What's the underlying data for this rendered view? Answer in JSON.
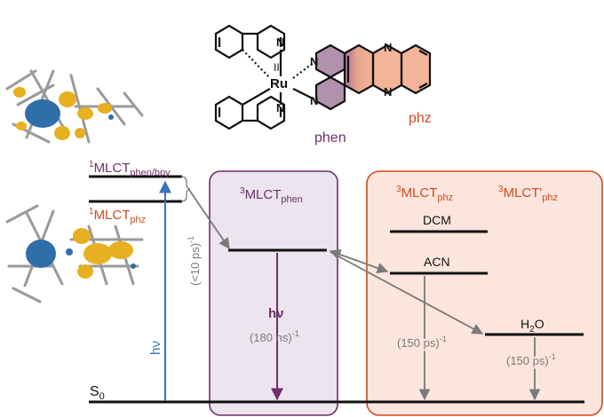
{
  "molecule": {
    "ru_label": "Ru",
    "ox_state": "II",
    "n_atom": "N",
    "phen_label": "phen",
    "phz_label": "phz"
  },
  "states": {
    "mlct1_phenbpy": {
      "main": "MLCT",
      "sup": "1",
      "sub": "phen/bpy"
    },
    "mlct1_phz": {
      "main": "MLCT",
      "sup": "1",
      "sub": "phz"
    },
    "mlct3_phen": {
      "main": "MLCT",
      "sup": "3",
      "sub": "phen"
    },
    "mlct3_phz": {
      "main": "MLCT",
      "sup": "3",
      "sub": "phz"
    },
    "mlct3p_phz": {
      "main": "MLCT'",
      "sup": "3",
      "sub": "phz"
    },
    "ground": {
      "main": "S",
      "sub": "0"
    }
  },
  "solvents": {
    "dcm": "DCM",
    "acn": "ACN",
    "h2o_main": "H",
    "h2o_sub": "2",
    "h2o_tail": "O"
  },
  "rates": {
    "isc": "(<10 ps)",
    "isc_exp": "-1",
    "hv_abs": "hν",
    "hv_em": "hν",
    "phen_rate": "(180 ns)",
    "phen_exp": "-1",
    "phz_rate_1": "(150 ps)",
    "phz_rate_1_exp": "-1",
    "phz_rate_2": "(150 ps)",
    "phz_rate_2_exp": "-1"
  },
  "colors": {
    "phen": "#6f2f6a",
    "phz": "#d4491f",
    "phen_box_fill": "#ece4ee",
    "phz_box_fill": "#fbe5dc",
    "absorption": "#3a72b8",
    "orbital_yellow": "#e7b020",
    "orbital_blue": "#2f6ea8",
    "gray_arrow": "#7a7a7a"
  },
  "icons": {
    "orbital_top": "molecular-orbital-rendering",
    "orbital_bottom": "molecular-orbital-rendering"
  }
}
